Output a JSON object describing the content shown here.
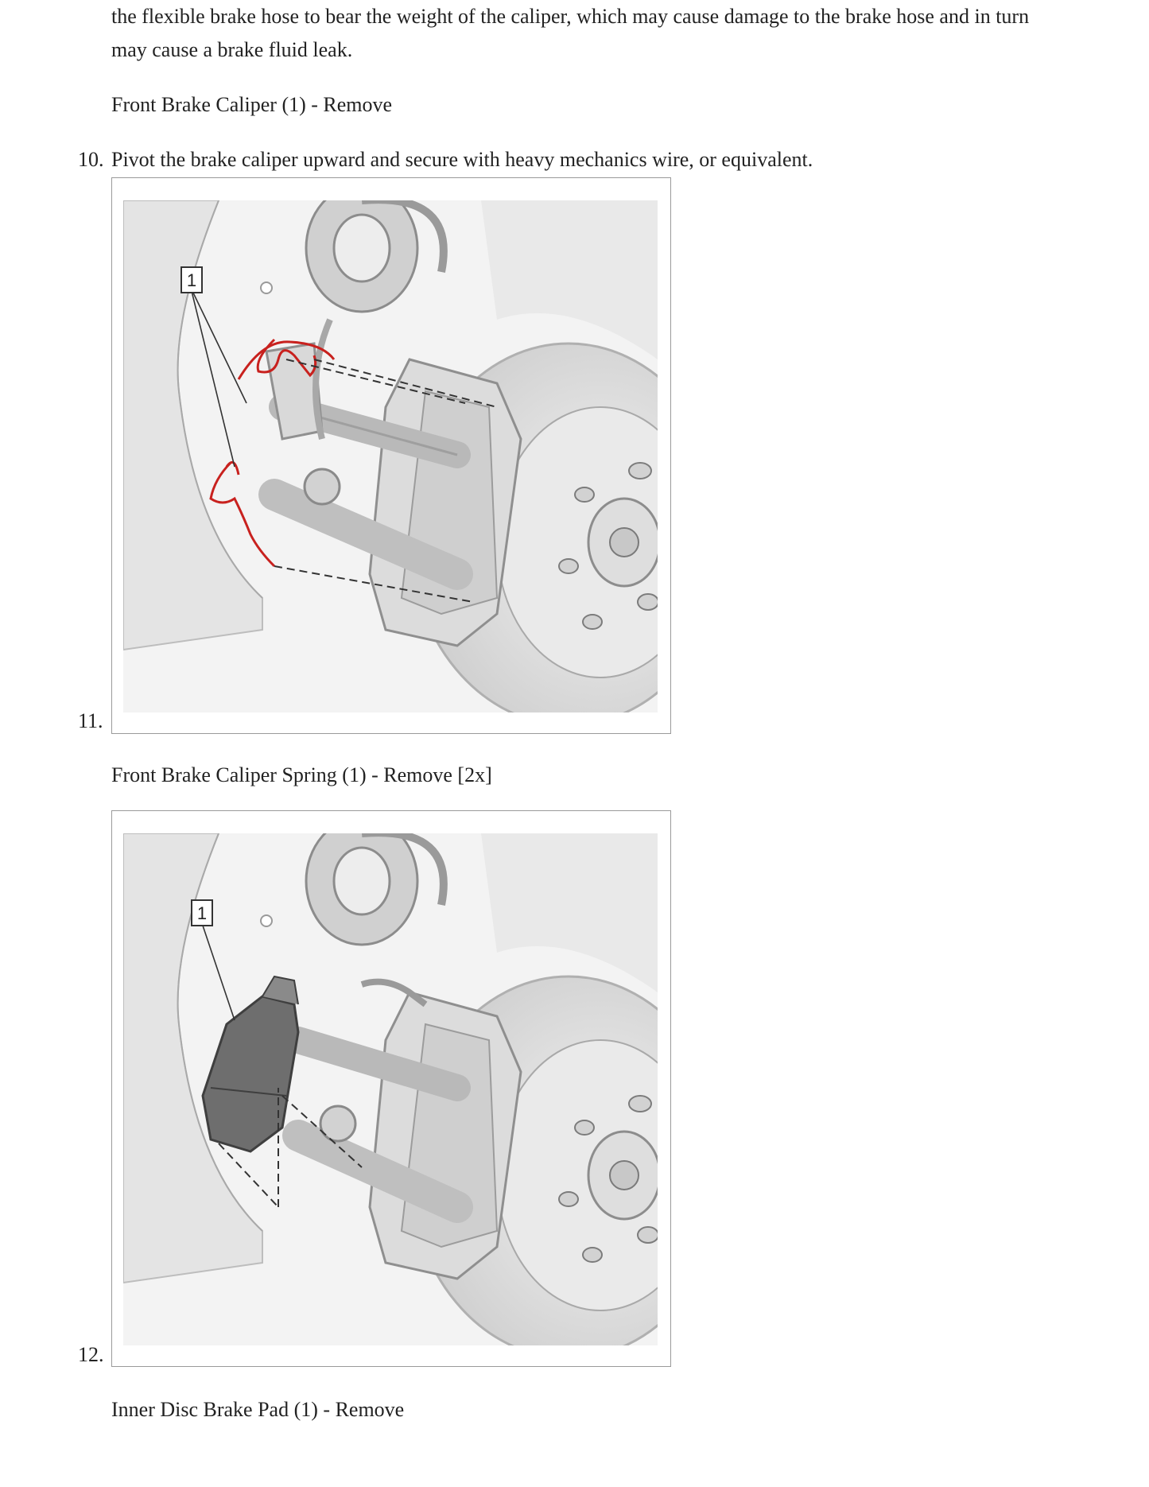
{
  "intro": {
    "line1": "the flexible brake hose to bear the weight of the caliper, which may cause damage to the brake hose and in turn",
    "line2": "may cause a brake fluid leak."
  },
  "caption_caliper_remove": "Front Brake Caliper (1) - Remove",
  "steps": [
    {
      "number": "10.",
      "text": "Pivot the brake caliper upward and secure with heavy mechanics wire, or equivalent."
    },
    {
      "number": "11.",
      "figure_callout": "1",
      "caption": "Front Brake Caliper Spring (1) - Remove [2x]"
    },
    {
      "number": "12.",
      "figure_callout": "1",
      "caption": "Inner Disc Brake Pad (1) - Remove"
    }
  ],
  "colors": {
    "text": "#222222",
    "figure_border": "#9a9a9a",
    "highlight_spring": "#c8211e",
    "highlight_pad": "#6e6e6e"
  }
}
